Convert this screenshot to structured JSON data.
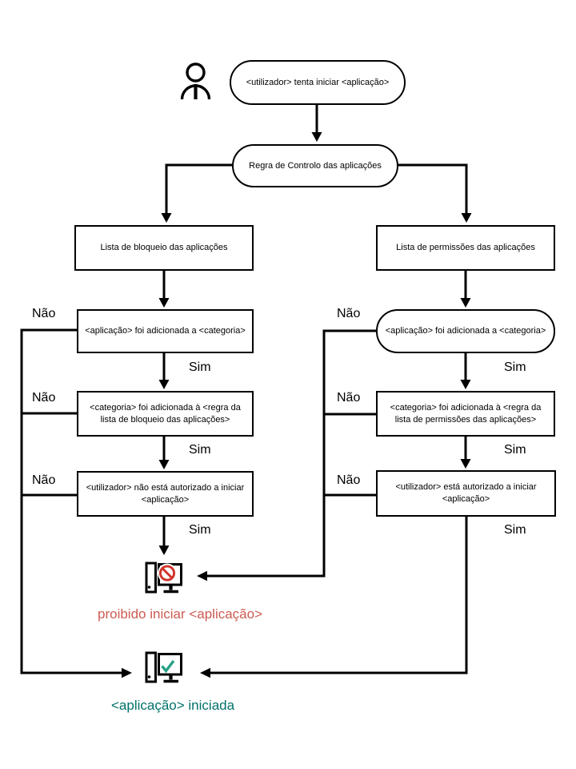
{
  "nodes": {
    "start": "<utilizador> tenta iniciar <aplicação>",
    "rule": "Regra de Controlo das aplicações",
    "blocklist": "Lista de bloqueio das aplicações",
    "allowlist": "Lista de permissões das aplicações",
    "block_app_category": "<aplicação> foi adicionada a <categoria>",
    "block_category_rule": "<categoria> foi adicionada à <regra da\nlista de bloqueio das aplicações>",
    "block_user": "<utilizador> não está autorizado a iniciar\n<aplicação>",
    "allow_app_category": "<aplicação> foi adicionada a <categoria>",
    "allow_category_rule": "<categoria> foi adicionada à <regra da\nlista de permissões das aplicações>",
    "allow_user": "<utilizador> está autorizado a iniciar\n<aplicação>"
  },
  "branch_labels": {
    "no": "Não",
    "yes": "Sim"
  },
  "outcomes": {
    "blocked": "proibido iniciar <aplicação>",
    "started": "<aplicação> iniciada"
  },
  "colors": {
    "line": "#000000",
    "blocked_text": "#cd5b51",
    "prohibition_sign": "#d0342c",
    "started_text": "#00716a",
    "checkmark": "#26a186"
  }
}
